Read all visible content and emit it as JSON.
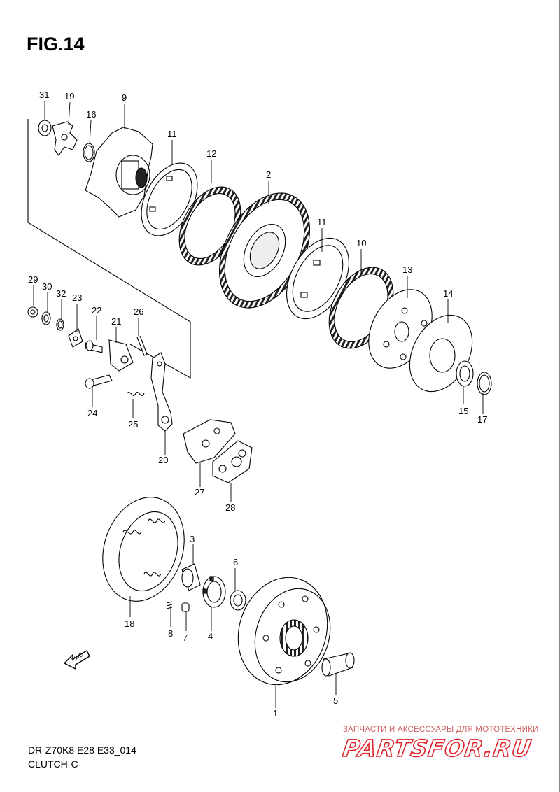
{
  "figure": {
    "title": "FIG.14"
  },
  "footer": {
    "model_code": "DR-Z70K8 E28 E33_014",
    "section": "CLUTCH-C"
  },
  "watermark": {
    "tagline": "ЗАПЧАСТИ И АКСЕССУАРЫ ДЛЯ МОТОТЕХНИКИ",
    "logo": "PARTSFOR.RU",
    "color": "#e0232a"
  },
  "fwd_arrow": {
    "label": "FWD"
  },
  "callouts": {
    "n31": "31",
    "n19": "19",
    "n16": "16",
    "n9": "9",
    "n11a": "11",
    "n12": "12",
    "n2": "2",
    "n11b": "11",
    "n10": "10",
    "n13": "13",
    "n14": "14",
    "n15": "15",
    "n17": "17",
    "n29": "29",
    "n30": "30",
    "n32": "32",
    "n23": "23",
    "n22": "22",
    "n21": "21",
    "n26": "26",
    "n24": "24",
    "n25": "25",
    "n20": "20",
    "n27": "27",
    "n28": "28",
    "n3": "3",
    "n6": "6",
    "n18": "18",
    "n8": "8",
    "n7": "7",
    "n4": "4",
    "n1": "1",
    "n5": "5"
  }
}
